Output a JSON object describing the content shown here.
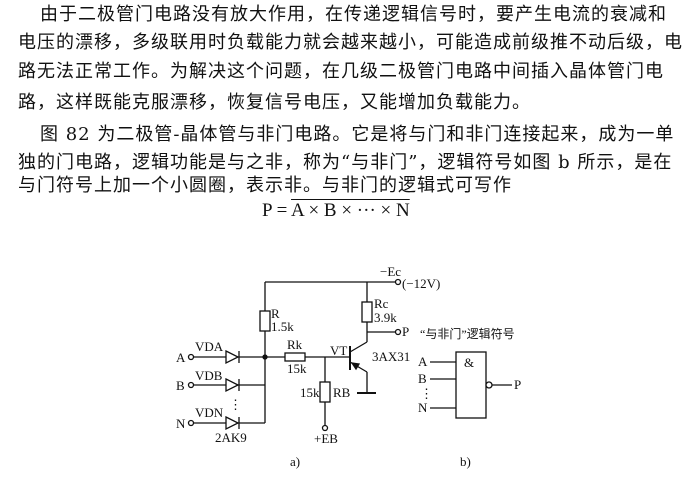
{
  "paragraph1": [
    "由于二极管门电路没有放大作用，在传递逻辑信号时，要产生电流的衰减和",
    "电压的漂移，多级联用时负载能力就会越来越小，可能造成前级推不动后级，电",
    "路无法正常工作。为解决这个问题，在几级二极管门电路中间插入晶体管门电",
    "路，这样既能克服漂移，恢复信号电压，又能增加负载能力。"
  ],
  "paragraph2": [
    "图 82 为二极管-晶体管与非门电路。它是将与门和非门连接起来，成为一单",
    "独的门电路，逻辑功能是与之非，称为“与非门”，逻辑符号如图 b 所示，是在",
    "与门符号上加一个小圆圈，表示非。与非门的逻辑式可写作"
  ],
  "formula": {
    "lhs": "P = ",
    "rhs": "A × B × ··· × N"
  },
  "circuit": {
    "supply": "−Ec",
    "supply_value": "(−12V)",
    "r_label": "R",
    "r_value": "1.5k",
    "rc_label": "Rc",
    "rc_value": "3.9k",
    "rk_label": "Rk",
    "rk_value": "15k",
    "rb_label": "RB",
    "rb_value": "15k",
    "transistor": "VT",
    "transistor_model": "3AX31",
    "output": "P",
    "inputs": [
      "A",
      "B",
      "N"
    ],
    "diodes": [
      "VDA",
      "VDB",
      "VDN"
    ],
    "diode_model": "2AK9",
    "bias": "+EB",
    "caption": "a)"
  },
  "symbol": {
    "title": "“与非门”逻辑符号",
    "gate": "&",
    "inputs": [
      "A",
      "B",
      "N"
    ],
    "dots": "⋮",
    "output": "P",
    "caption": "b)"
  }
}
